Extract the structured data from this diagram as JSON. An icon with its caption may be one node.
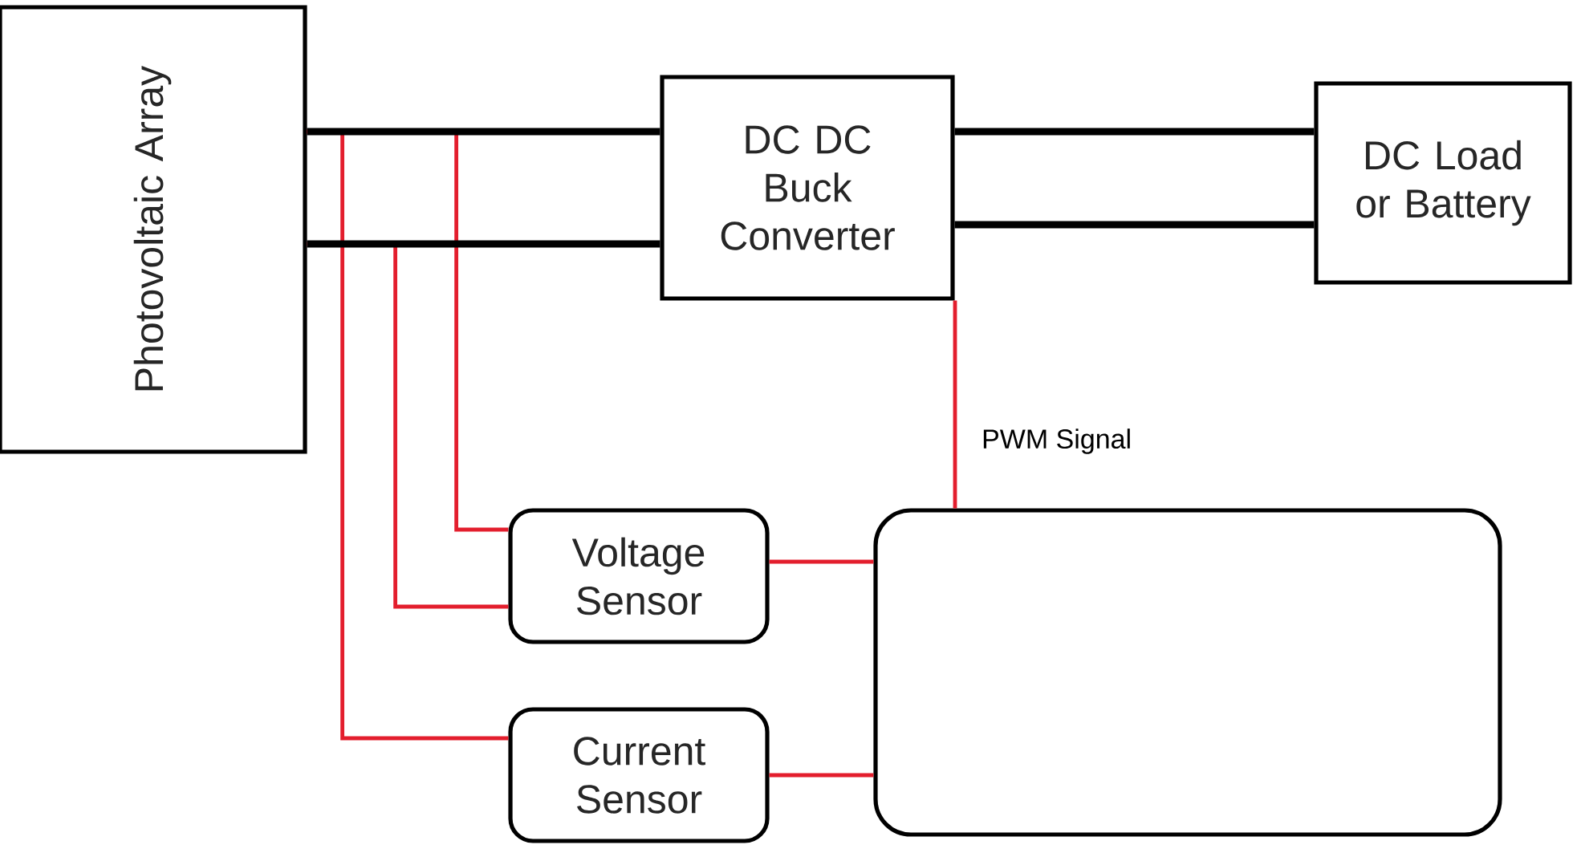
{
  "diagram": {
    "nodes": [
      {
        "text": [
          "Photovoltaic Array"
        ]
      },
      {
        "text": [
          "DC DC Buck Converter"
        ]
      },
      {
        "text": [
          "DC Load or Battery"
        ]
      },
      {
        "text": [
          "Voltage Sensor"
        ]
      },
      {
        "text": [
          "Current Sensor"
        ]
      },
      {
        "text": [],
        "shape": "box"
      }
    ],
    "edges": [
      {
        "from": 0,
        "to": 1,
        "arrow": "none",
        "style": "thick",
        "color": "#000000"
      },
      {
        "from": 0,
        "to": 1,
        "arrow": "none",
        "style": "thick",
        "color": "#000000"
      },
      {
        "from": 1,
        "to": 2,
        "arrow": "none",
        "style": "thick",
        "color": "#000000"
      },
      {
        "from": 1,
        "to": 2,
        "arrow": "none",
        "style": "thick",
        "color": "#000000"
      },
      {
        "from": 0,
        "to": 3,
        "arrow": "none"
      },
      {
        "from": 0,
        "to": 3,
        "arrow": "none"
      },
      {
        "from": 0,
        "to": 4,
        "arrow": "none"
      },
      {
        "from": 3,
        "to": 5,
        "arrow": "none"
      },
      {
        "from": 4,
        "to": 5,
        "arrow": "none"
      },
      {
        "from": 5,
        "to": 1,
        "arrow": "none",
        "label": "PWM Signal"
      }
    ]
  }
}
